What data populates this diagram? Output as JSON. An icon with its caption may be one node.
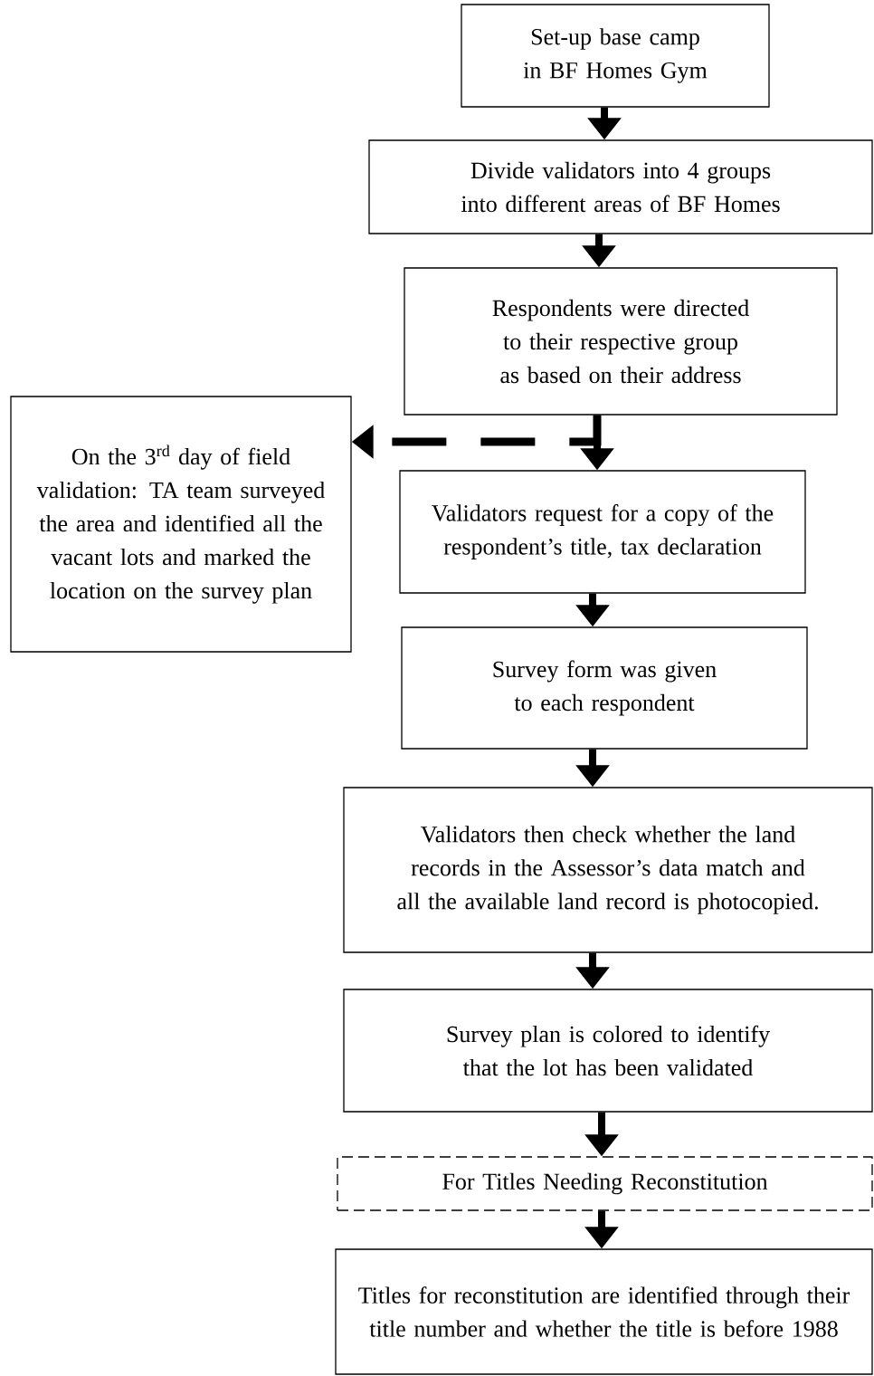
{
  "diagram": {
    "nodes": [
      {
        "text": [
          "Set-up base camp in BF Homes Gym"
        ]
      },
      {
        "text": [
          "Divide validators into 4 groups into different areas of BF Homes"
        ]
      },
      {
        "text": [
          "Respondents were directed to their respective group as based on their address"
        ]
      },
      {
        "text": [
          "On the 3$^{rd}$ day of field validation: TA team surveyed the area and identified all the vacant lots and marked the location on the survey plan"
        ]
      },
      {
        "text": [
          "Validators request for a copy of the respondent’s title, tax declaration"
        ]
      },
      {
        "text": [
          "Survey form was given to each respondent"
        ]
      },
      {
        "text": [
          "Validators then check whether the land records in the Assessor’s data match and all the available land record is photocopied."
        ]
      },
      {
        "text": [
          "Survey plan is colored to identify that the lot has been validated"
        ]
      },
      {
        "text": [
          "For Titles Needing Reconstitution"
        ]
      },
      {
        "text": [
          "Titles for reconstitution are identified through their title number and whether the title is before 1988"
        ]
      }
    ],
    "edges": [
      {
        "from": 0,
        "to": 1,
        "arrow": "to"
      },
      {
        "from": 1,
        "to": 2,
        "arrow": "to"
      },
      {
        "from": 2,
        "to": 4,
        "arrow": "to"
      },
      {
        "from": 2,
        "to": 3,
        "arrow": "to",
        "style": "dashed"
      },
      {
        "from": 4,
        "to": 5,
        "arrow": "to"
      },
      {
        "from": 5,
        "to": 6,
        "arrow": "to"
      },
      {
        "from": 6,
        "to": 7,
        "arrow": "to"
      },
      {
        "from": 7,
        "to": 8,
        "arrow": "to"
      },
      {
        "from": 8,
        "to": 9,
        "arrow": "to"
      }
    ]
  }
}
